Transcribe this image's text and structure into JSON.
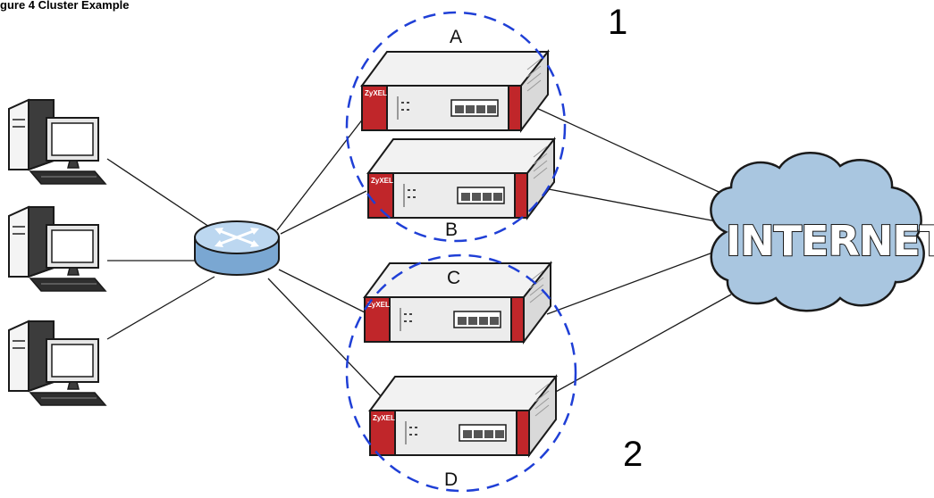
{
  "figure": {
    "caption_fragment": "gure 4    Cluster Example"
  },
  "nodes": {
    "device_a": "A",
    "device_b": "B",
    "device_c": "C",
    "device_d": "D",
    "brand": "ZyXEL",
    "internet": "INTERNET"
  },
  "groups": {
    "group_1": "1",
    "group_2": "2"
  },
  "colors": {
    "cluster_outline": "#1f3fd6",
    "device_accent": "#c0262a",
    "cloud_fill": "#a9c6e0",
    "switch_fill": "#9fc3e6"
  }
}
